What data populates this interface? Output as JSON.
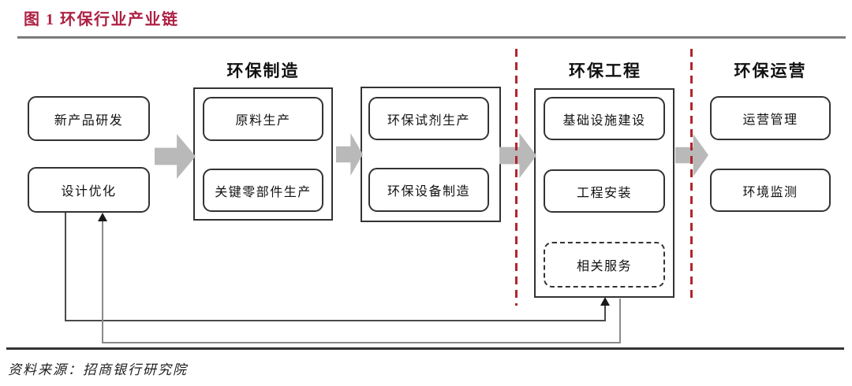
{
  "figure": {
    "title": "图 1 环保行业产业链",
    "source_note": "资料来源：招商银行研究院"
  },
  "sections": [
    {
      "id": "manufacturing",
      "label": "环保制造"
    },
    {
      "id": "engineering",
      "label": "环保工程"
    },
    {
      "id": "operations",
      "label": "环保运营"
    }
  ],
  "nodes": {
    "new_product_rd": "新产品研发",
    "design_optimization": "设计优化",
    "raw_material": "原料生产",
    "key_components": "关键零部件生产",
    "reagent_production": "环保试剂生产",
    "equipment_manufacturing": "环保设备制造",
    "infrastructure": "基础设施建设",
    "installation": "工程安装",
    "related_services": "相关服务",
    "operation_management": "运营管理",
    "environment_monitoring": "环境监测"
  },
  "flow": [
    {
      "from": "新产品研发/设计优化",
      "to": "环保制造",
      "style": "block-arrow"
    },
    {
      "from": "原料生产/关键零部件生产",
      "to": "环保试剂生产/环保设备制造",
      "style": "block-arrow"
    },
    {
      "from": "环保制造",
      "to": "环保工程",
      "style": "block-arrow"
    },
    {
      "from": "环保工程",
      "to": "环保运营",
      "style": "block-arrow"
    },
    {
      "from": "设计优化",
      "to": "环保工程",
      "style": "feedback-line"
    },
    {
      "from": "环保工程",
      "to": "设计优化",
      "style": "feedback-line"
    }
  ],
  "colors": {
    "title_red": "#ad2144",
    "divider_red": "#b0252e",
    "arrow_gray": "#b9b9b9",
    "border_dark": "#333333"
  }
}
